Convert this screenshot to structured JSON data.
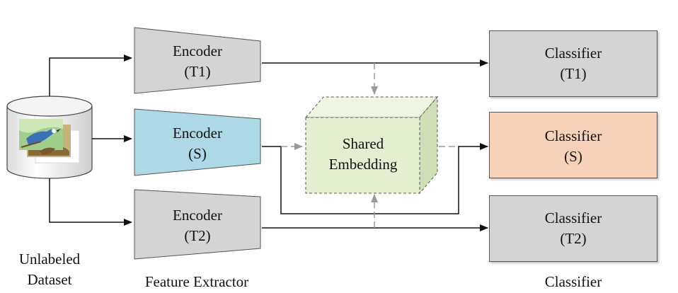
{
  "dataset": {
    "label_line1": "Unlabeled",
    "label_line2": "Dataset"
  },
  "encoders": [
    {
      "line1": "Encoder",
      "line2": "(T1)",
      "color": "#d4d4d4"
    },
    {
      "line1": "Encoder",
      "line2": "(S)",
      "color": "#add8e6"
    },
    {
      "line1": "Encoder",
      "line2": "(T2)",
      "color": "#d4d4d4"
    }
  ],
  "shared_embedding": {
    "line1": "Shared",
    "line2": "Embedding",
    "color": "#e4efd2"
  },
  "classifiers": [
    {
      "line1": "Classifier",
      "line2": "(T1)",
      "color": "#d4d4d4"
    },
    {
      "line1": "Classifier",
      "line2": "(S)",
      "color": "#f8d2b8"
    },
    {
      "line1": "Classifier",
      "line2": "(T2)",
      "color": "#d4d4d4"
    }
  ],
  "column_labels": {
    "feature_extractor": "Feature Extractor",
    "classifier": "Classifier"
  }
}
